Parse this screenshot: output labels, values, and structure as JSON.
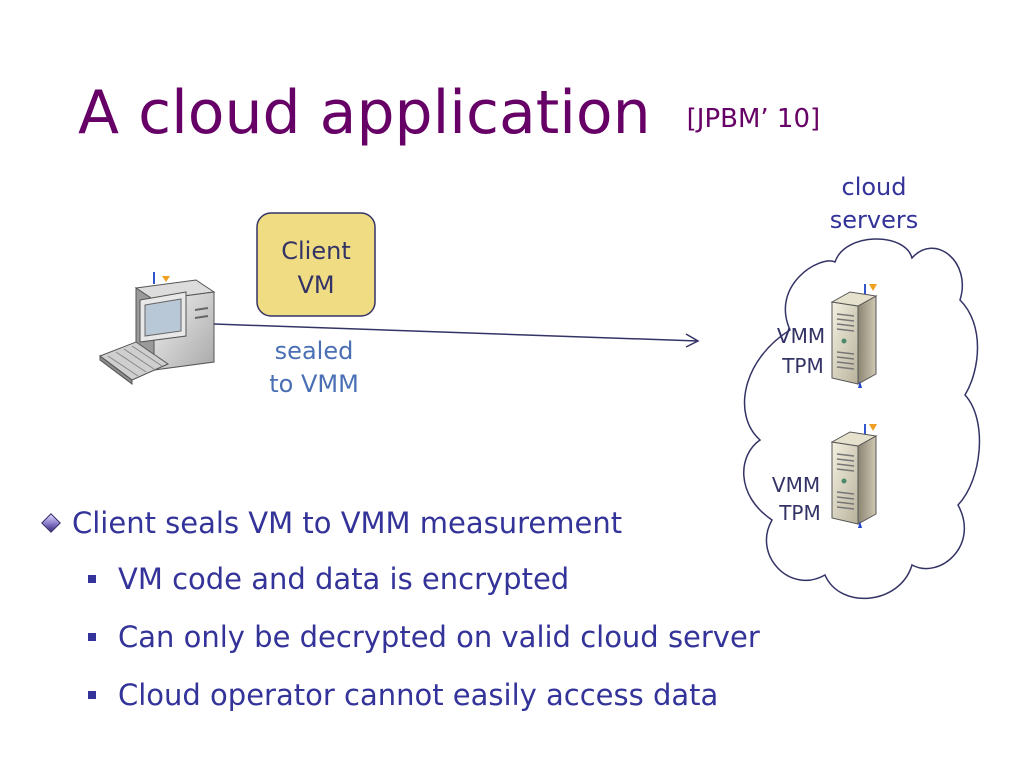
{
  "slide": {
    "title": "A cloud application",
    "citation": "[JPBM’ 10]"
  },
  "diagram": {
    "client_vm_box": {
      "line1": "Client",
      "line2": "VM"
    },
    "arrow_label": {
      "line1": "sealed",
      "line2": "to VMM"
    },
    "cloud_label": {
      "line1": "cloud",
      "line2": "servers"
    },
    "servers": [
      {
        "line1": "VMM",
        "line2": "TPM"
      },
      {
        "line1": "VMM",
        "line2": "TPM"
      }
    ]
  },
  "bullets": {
    "main": "Client seals VM to VMM measurement",
    "sub": [
      "VM code and data is encrypted",
      "Can only be decrypted on valid cloud server",
      "Cloud operator cannot easily access data"
    ]
  },
  "colors": {
    "title": "#660066",
    "body_text": "#333399",
    "vm_box_fill": "#f0dc82",
    "vm_box_stroke": "#333366",
    "arrow_label": "#4a6fb5",
    "cloud_stroke": "#333366"
  },
  "icons": [
    "desktop-computer-icon",
    "server-icon"
  ]
}
